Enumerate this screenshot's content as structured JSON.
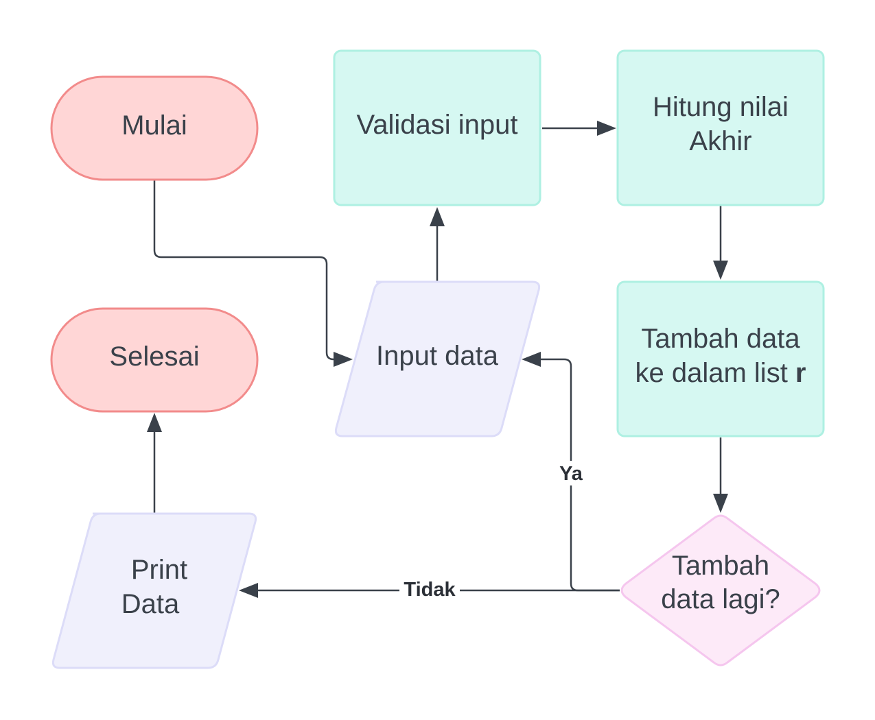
{
  "colors": {
    "terminal_fill": "#ffd6d6",
    "terminal_stroke": "#f28b8b",
    "process_fill": "#d6f8f2",
    "process_stroke": "#aef0e2",
    "io_fill": "#f0f0fc",
    "io_stroke": "#dcdcf8",
    "decision_fill": "#fdeaf8",
    "decision_stroke": "#f5c6ee",
    "line": "#3a414a",
    "text": "#3a414a"
  },
  "nodes": {
    "mulai": {
      "shape": "terminal",
      "label": "Mulai"
    },
    "validasi": {
      "shape": "process",
      "label": "Validasi input"
    },
    "hitung": {
      "shape": "process",
      "line1": "Hitung nilai",
      "line2": "Akhir"
    },
    "selesai": {
      "shape": "terminal",
      "label": "Selesai"
    },
    "input_data": {
      "shape": "io",
      "label": "Input data"
    },
    "tambah_list": {
      "shape": "process",
      "line1": "Tambah data",
      "line2_prefix": "ke dalam list ",
      "line2_bold": "r"
    },
    "print_data": {
      "shape": "io",
      "line1": "Print",
      "line2": "Data"
    },
    "decision": {
      "shape": "decision",
      "line1": "Tambah",
      "line2": "data lagi?"
    }
  },
  "edges": {
    "yes_label": "Ya",
    "no_label": "Tidak"
  }
}
